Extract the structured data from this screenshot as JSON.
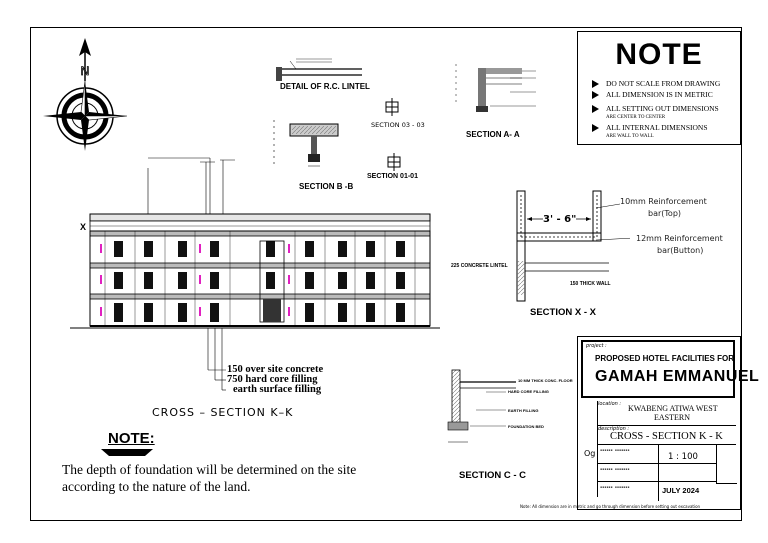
{
  "note_box": {
    "title": "NOTE",
    "items": [
      {
        "text": "DO NOT SCALE FROM DRAWING",
        "sub": ""
      },
      {
        "text": "ALL DIMENSION IS IN METRIC",
        "sub": ""
      },
      {
        "text": "ALL SETTING OUT DIMENSIONS",
        "sub": "ARE CENTER TO CENTER"
      },
      {
        "text": "ALL INTERNAL DIMENSIONS",
        "sub": "ARE WALL TO WALL"
      }
    ]
  },
  "compass": {
    "north_label": "N"
  },
  "details": {
    "rc_lintel": "DETAIL OF R.C. LINTEL",
    "section_aa": "SECTION A- A",
    "section_03": "SECTION 03 - 03",
    "section_bb": "SECTION B -B",
    "section_01": "SECTION 01-01",
    "section_xx": "SECTION X - X",
    "section_cc": "SECTION C - C"
  },
  "section_xx": {
    "dimension": "3' - 6\"",
    "reinf_top_1": "10mm Reinforcement",
    "reinf_top_2": "bar(Top)",
    "reinf_bot_1": "12mm Reinforcement",
    "reinf_bot_2": "bar(Button)",
    "lintel": "225 CONCRETE LINTEL",
    "wall": "150 THICK WALL"
  },
  "section_cc": {
    "l1": "10 MM THICK CONC. FLOOR",
    "l2": "HARD CORE FILLING",
    "l3": "EARTH FILLING",
    "l4": "FOUNDATION BED"
  },
  "elevation": {
    "marker_x": "X",
    "callouts": [
      "150 over site concrete",
      "750 hard core filling",
      "earth surface filling"
    ],
    "caption": "CROSS – SECTION K–K"
  },
  "bottom_note": {
    "title": "NOTE:",
    "line1": "The depth of foundation will be determined on the site",
    "line2": "according to the nature of the land."
  },
  "title_block": {
    "project_label": "project :",
    "project_title": "PROPOSED HOTEL FACILITIES FOR",
    "client": "GAMAH EMMANUEL",
    "location_label": "location :",
    "location_1": "KWABENG ATIWA WEST",
    "location_2": "EASTERN",
    "description_label": "description :",
    "description": "CROSS - SECTION K - K",
    "sheet_code": "Og",
    "scale": "1 : 100",
    "date": "JULY 2024",
    "footer": "Note: All dimension are in metric and go through dimension before setting out excavation"
  }
}
